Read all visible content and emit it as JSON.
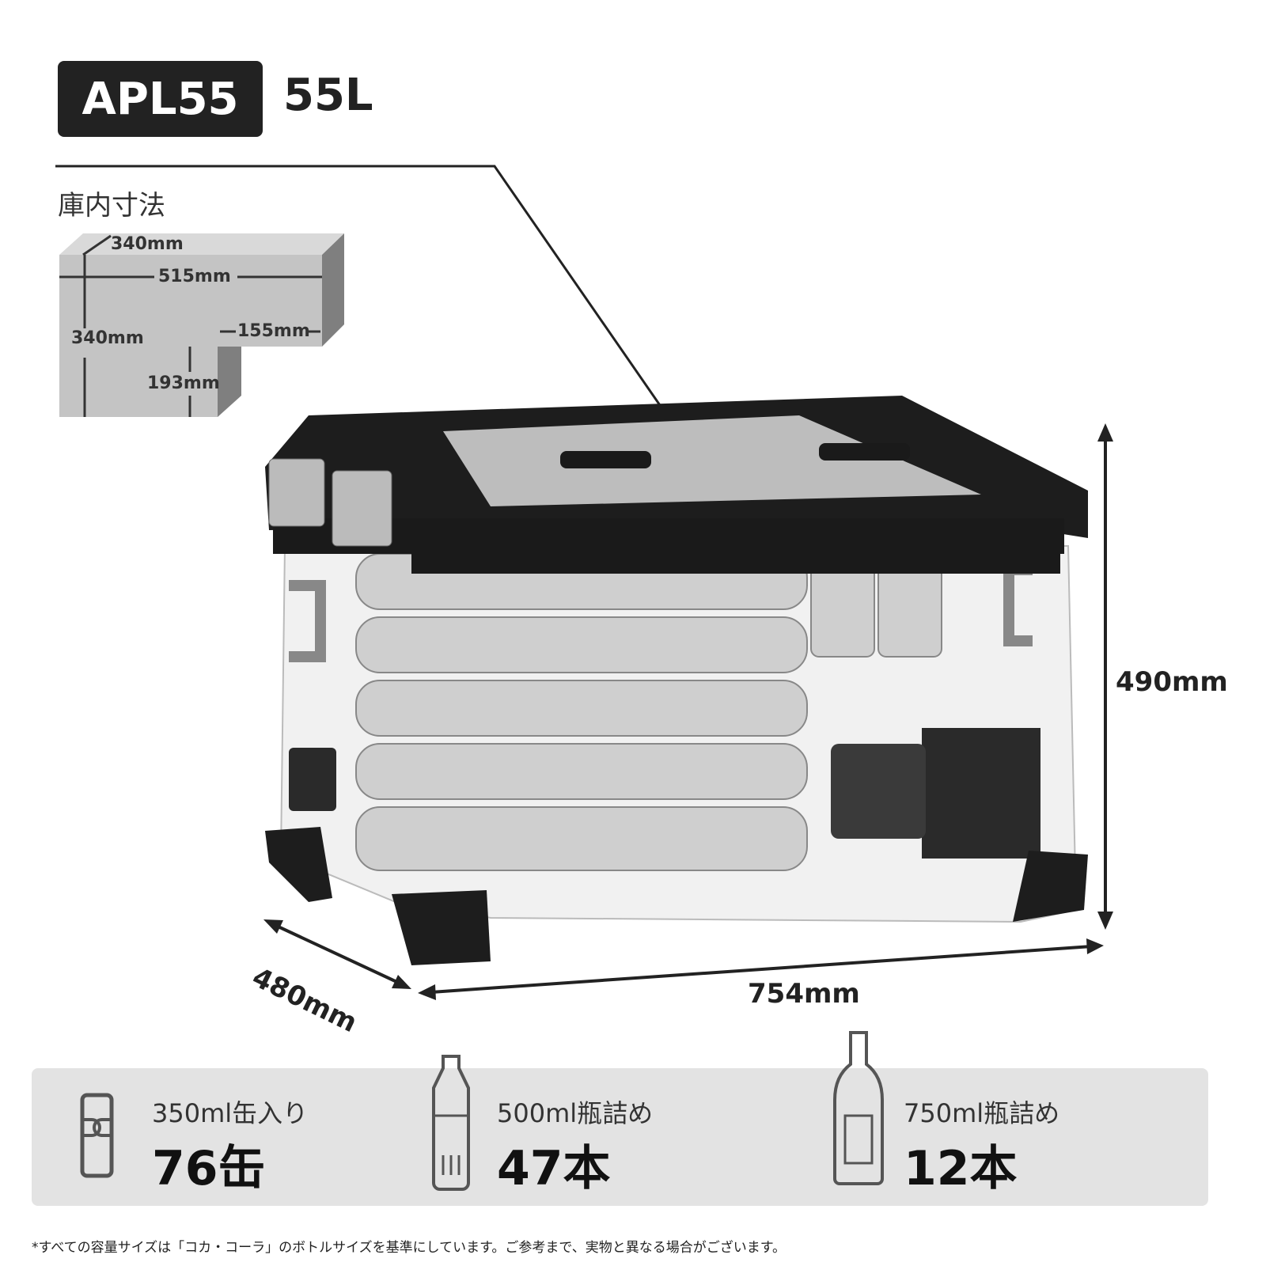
{
  "header": {
    "model": "APL55",
    "capacity": "55L"
  },
  "inner_dimensions": {
    "title": "庫内寸法",
    "depth_top": "340mm",
    "width": "515mm",
    "height_left": "340mm",
    "step_width": "155mm",
    "step_height": "193mm"
  },
  "outer_dimensions": {
    "height": "490mm",
    "width": "754mm",
    "depth": "480mm"
  },
  "capacity_items": [
    {
      "icon": "can-icon",
      "label": "350ml缶入り",
      "value": "76缶"
    },
    {
      "icon": "pet-bottle-icon",
      "label": "500ml瓶詰め",
      "value": "47本"
    },
    {
      "icon": "wine-bottle-icon",
      "label": "750ml瓶詰め",
      "value": "12本"
    }
  ],
  "footnote": "*すべての容量サイズは「コカ・コーラ」のボトルサイズを基準にしています。ご参考まで、実物と異なる場合がございます。",
  "colors": {
    "dark": "#222222",
    "panel": "#e3e3e3",
    "box_front": "#c4c4c4",
    "box_top": "#d9d9d9",
    "box_side": "#7f7f7f"
  }
}
